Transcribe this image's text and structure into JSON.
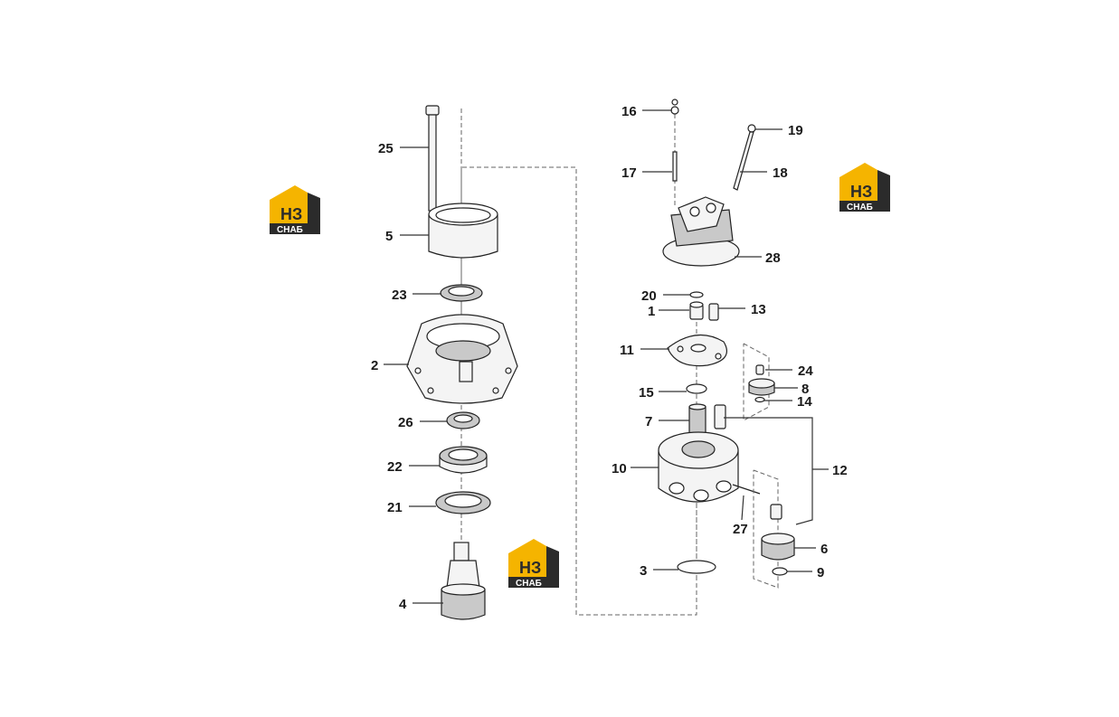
{
  "colors": {
    "logo_yellow": "#f5b400",
    "logo_dark": "#2b2b2b",
    "line": "#222222"
  },
  "logo": {
    "brand": "НЗ",
    "sub": "СНАБ"
  },
  "callouts": {
    "c25": "25",
    "c5": "5",
    "c23": "23",
    "c2": "2",
    "c26": "26",
    "c22": "22",
    "c21": "21",
    "c4": "4",
    "c16": "16",
    "c17": "17",
    "c19": "19",
    "c18": "18",
    "c28": "28",
    "c20": "20",
    "c1": "1",
    "c13": "13",
    "c11": "11",
    "c24": "24",
    "c15": "15",
    "c8": "8",
    "c14": "14",
    "c7": "7",
    "c10": "10",
    "c12": "12",
    "c27": "27",
    "c6": "6",
    "c3": "3",
    "c9": "9"
  }
}
